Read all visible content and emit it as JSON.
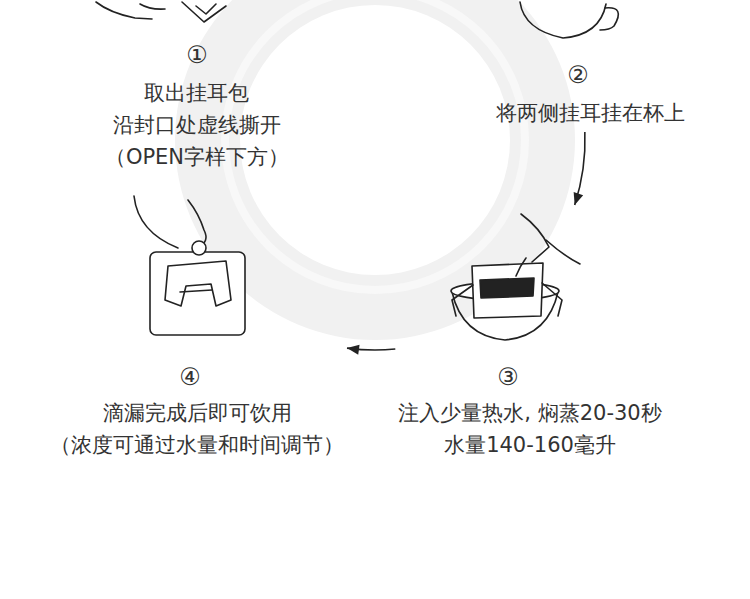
{
  "diagram": {
    "nodes": [
      {
        "text": [
          "①",
          "取出挂耳包 沿封口处虚线撕开 （OPEN字样下方）"
        ]
      },
      {
        "text": [
          "②",
          "将两侧挂耳挂在杯上"
        ]
      },
      {
        "text": [
          "③",
          "注入少量热水, 焖蒸20-30秒 水量140-160毫升"
        ]
      },
      {
        "text": [
          "④",
          "滴漏完成后即可饮用 （浓度可通过水量和时间调节）"
        ]
      }
    ],
    "edges": [
      {
        "from": 1,
        "to": 2,
        "arrow": "to"
      },
      {
        "from": 2,
        "to": 3,
        "arrow": "to"
      }
    ]
  }
}
